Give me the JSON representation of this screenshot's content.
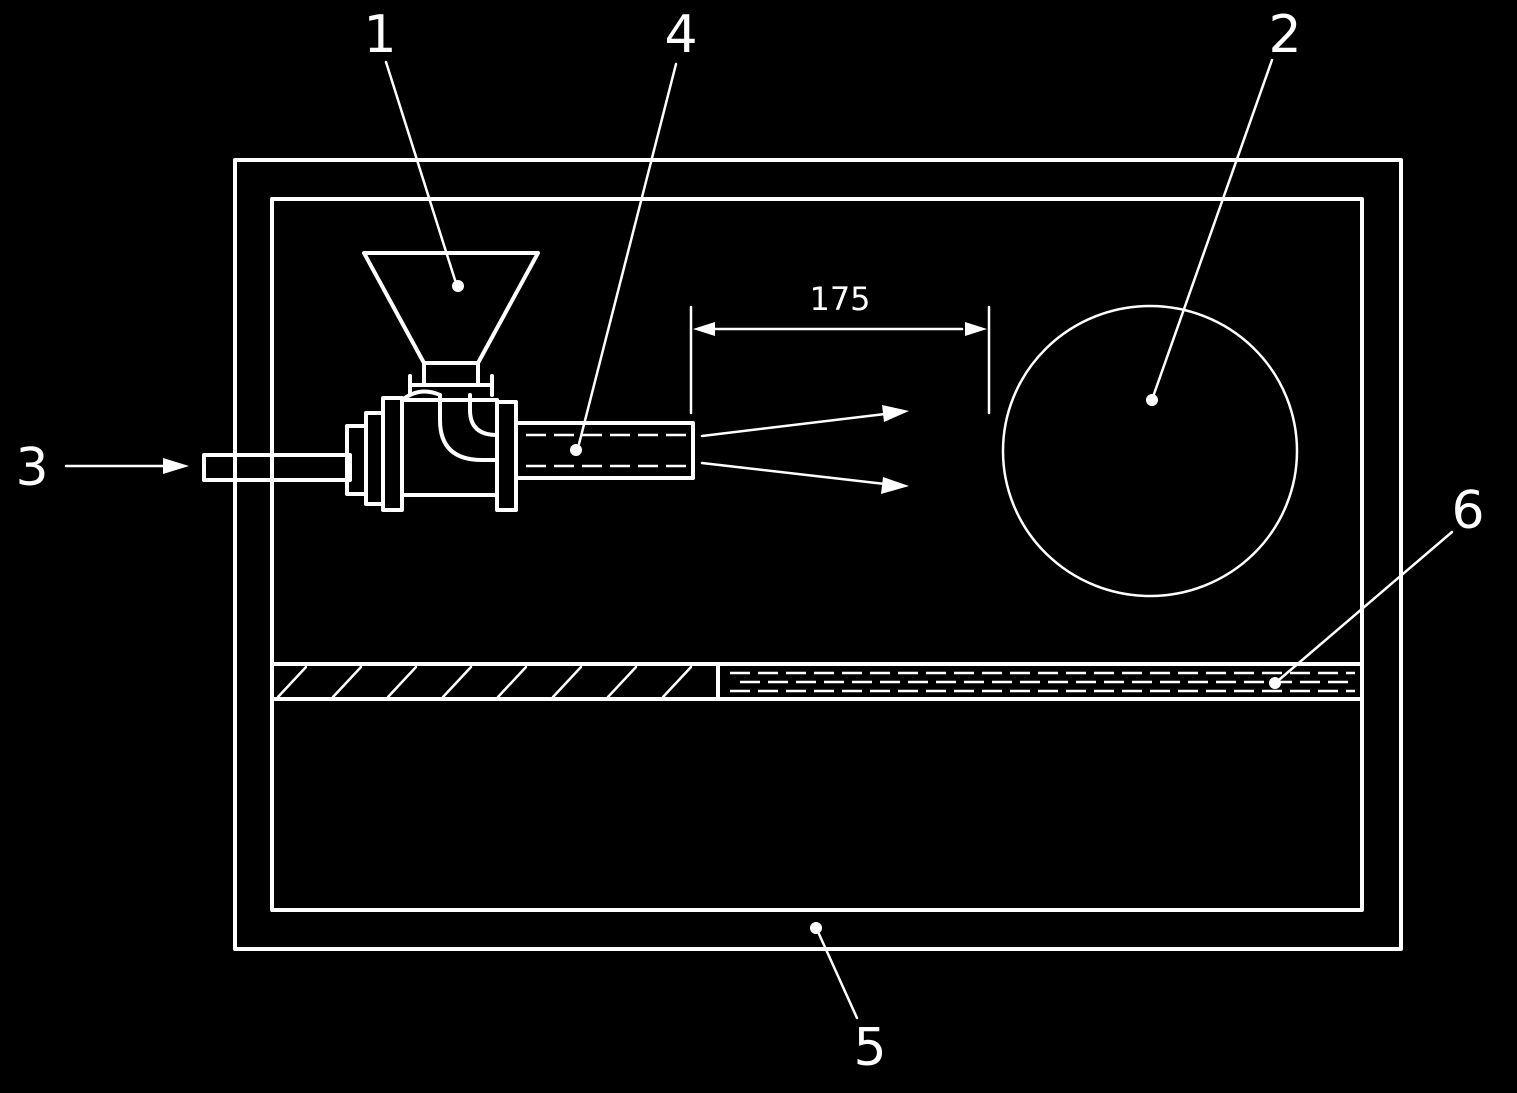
{
  "labels": {
    "hopper": "1",
    "drum": "2",
    "inlet": "3",
    "nozzle": "4",
    "housing": "5",
    "grid": "6"
  },
  "dimension": "175",
  "colors": {
    "background": "#000000",
    "line": "#ffffff"
  }
}
